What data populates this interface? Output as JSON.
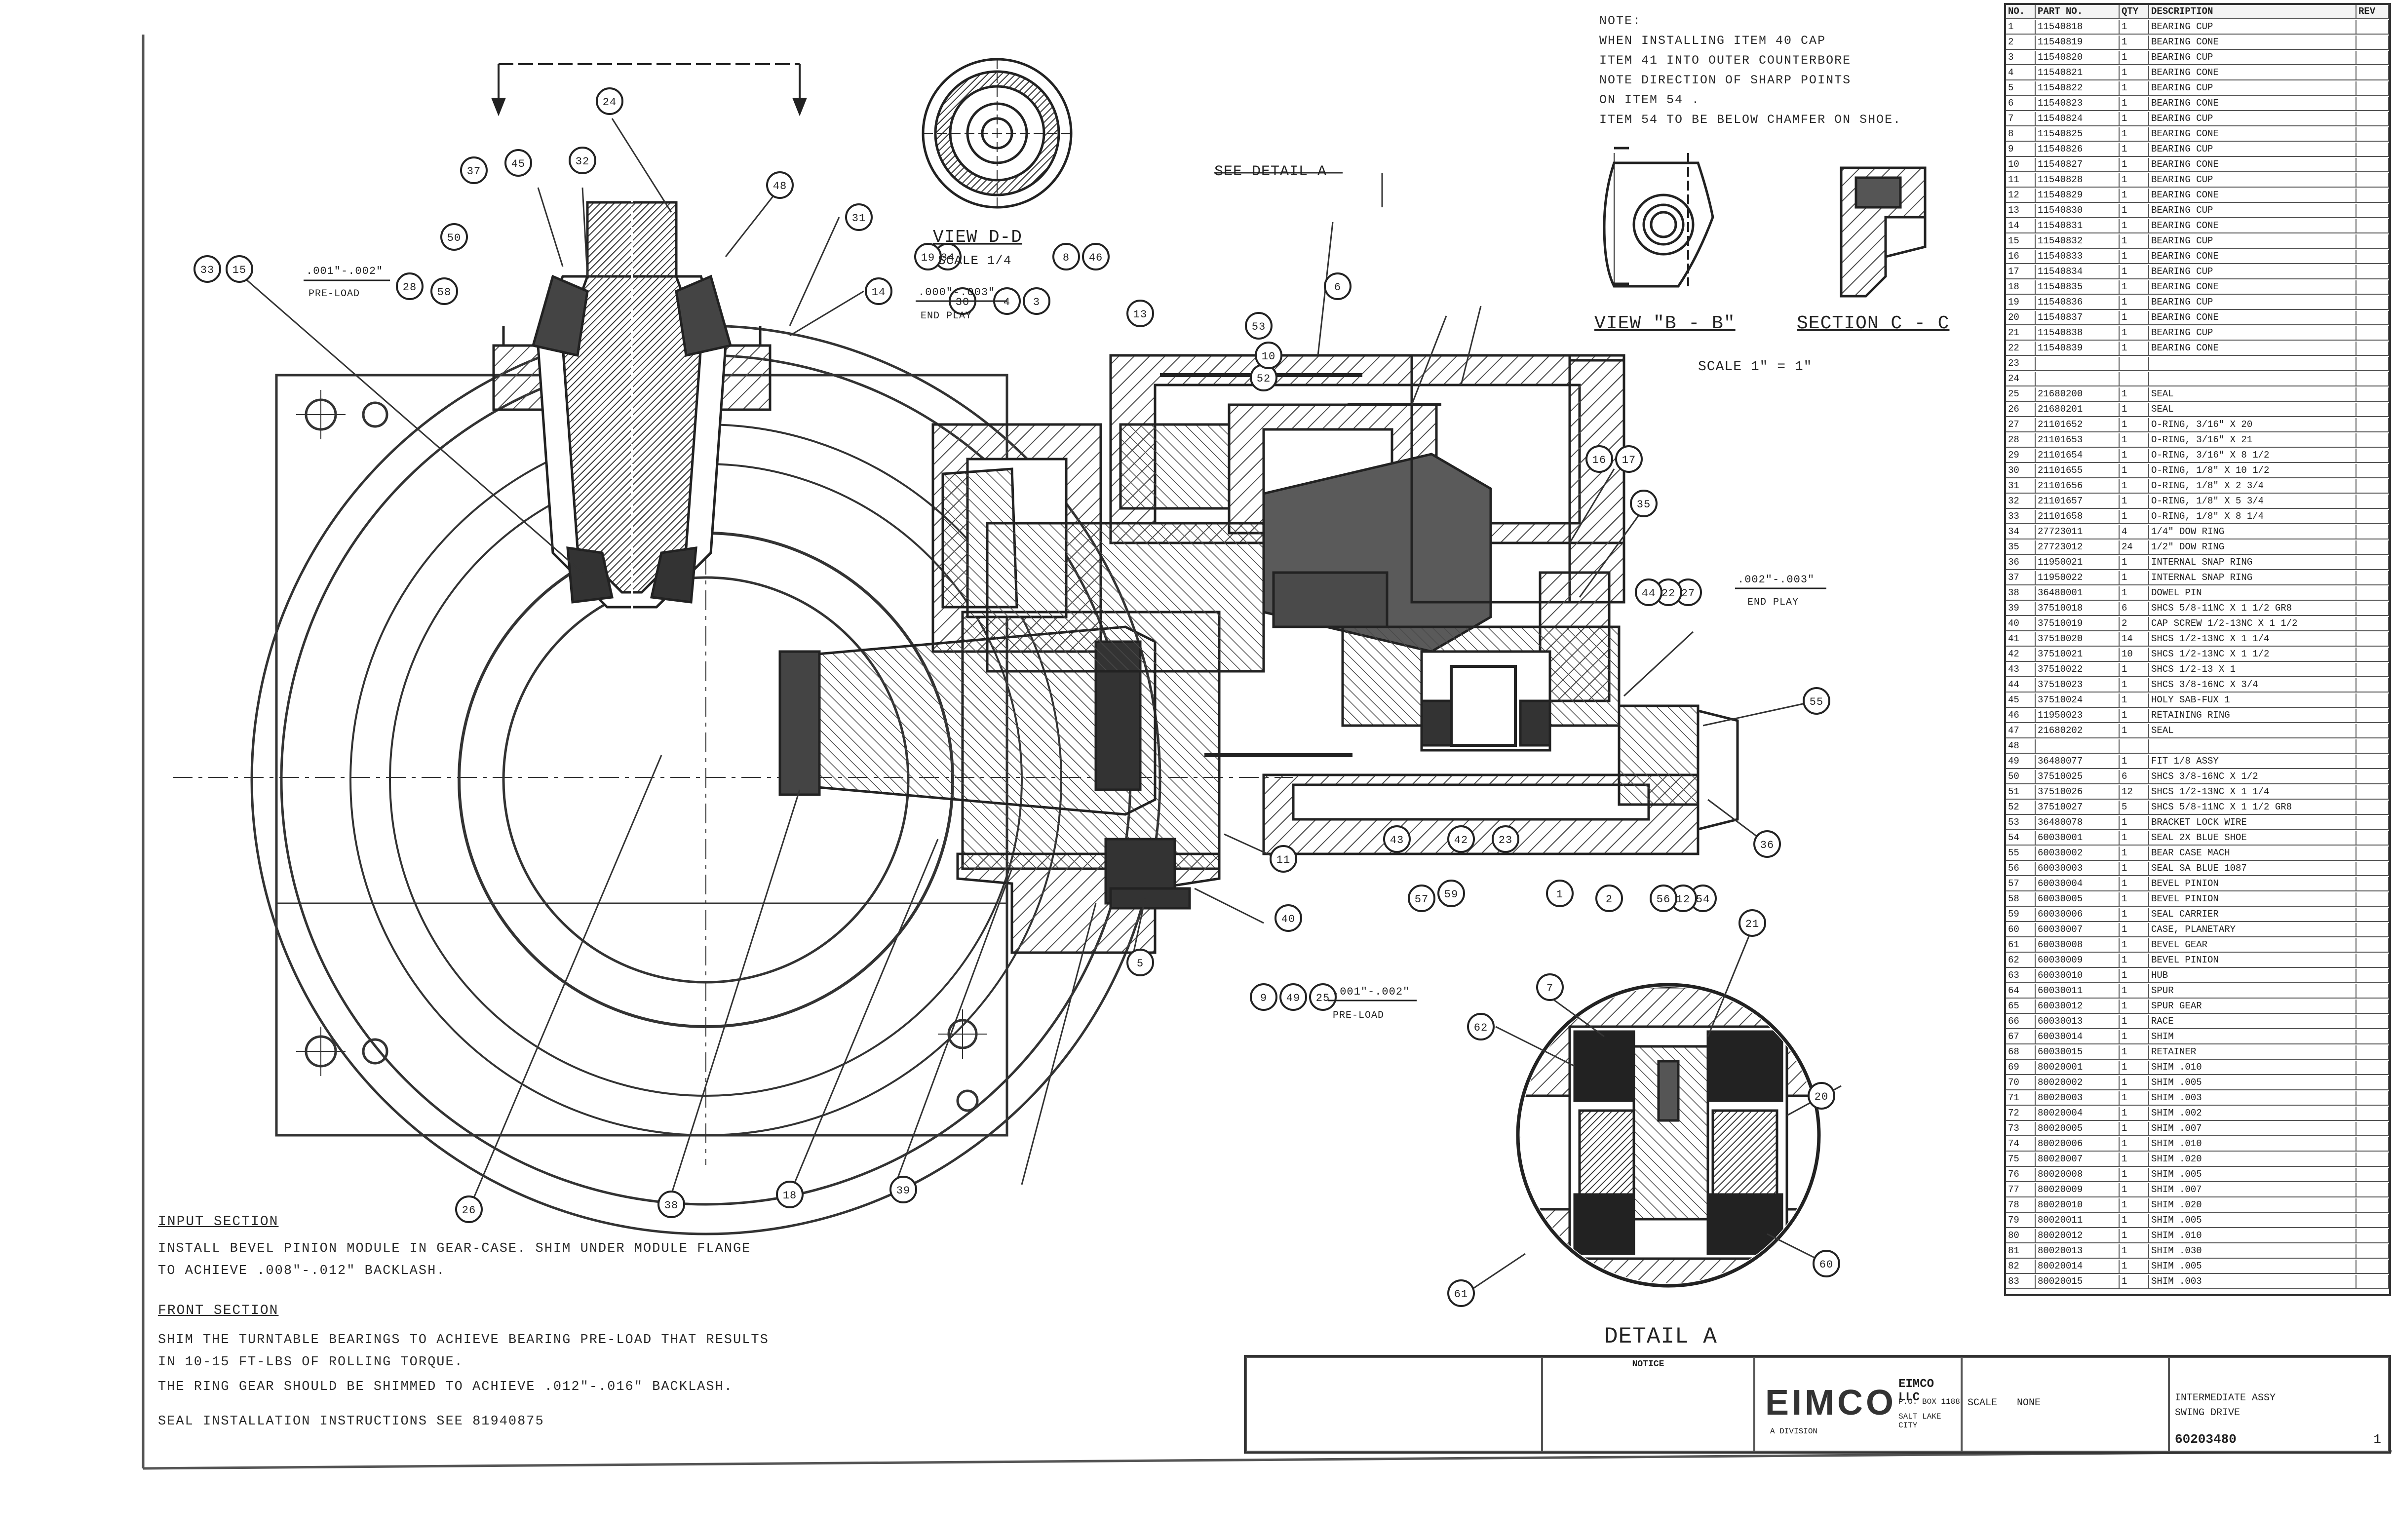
{
  "view_titles": {
    "view_d": "VIEW D-D",
    "view_d_scale": "SCALE 1/4",
    "view_b": "VIEW \"B - B\"",
    "section_c": "SECTION C - C",
    "section_scale": "SCALE 1\" = 1\"",
    "detail_a": "DETAIL A",
    "see_detail": "SEE DETAIL A"
  },
  "top_note": {
    "lines": [
      "NOTE:",
      "WHEN INSTALLING ITEM 40 CAP",
      "ITEM 41 INTO OUTER COUNTERBORE",
      "NOTE DIRECTION OF SHARP POINTS",
      "ON ITEM 54 .",
      "ITEM 54 TO BE BELOW CHAMFER ON SHOE."
    ]
  },
  "preload_labels": [
    {
      "value": ".001\"-.002\"",
      "kind": "PRE-LOAD"
    },
    {
      "value": ".000\"-.003\"",
      "kind": "END PLAY"
    },
    {
      "value": ".002\"-.003\"",
      "kind": "END PLAY"
    },
    {
      "value": ".001\"-.002\"",
      "kind": "PRE-LOAD"
    }
  ],
  "notes": {
    "input_heading": "INPUT SECTION",
    "input_lines": [
      "INSTALL BEVEL PINION MODULE IN GEAR-CASE. SHIM UNDER MODULE FLANGE",
      "TO ACHIEVE .008\"-.012\" BACKLASH."
    ],
    "front_heading": "FRONT SECTION",
    "front_lines": [
      "SHIM THE TURNTABLE BEARINGS TO ACHIEVE BEARING PRE-LOAD THAT RESULTS",
      "IN 10-15 FT-LBS OF ROLLING TORQUE.",
      "THE RING GEAR SHOULD BE SHIMMED TO ACHIEVE .012\"-.016\" BACKLASH."
    ],
    "seal_line": "SEAL INSTALLATION INSTRUCTIONS SEE 81940875"
  },
  "balloons": {
    "main": [
      "33",
      "15",
      "37",
      "45",
      "32",
      "24",
      "48",
      "31",
      "14",
      "50",
      "28",
      "58",
      "13",
      "52",
      "53",
      "46",
      "8",
      "3",
      "4",
      "30",
      "34",
      "19",
      "16",
      "17",
      "35",
      "27",
      "22",
      "44",
      "55",
      "36",
      "54",
      "12",
      "56",
      "57",
      "59",
      "1",
      "2",
      "6",
      "10",
      "11",
      "40",
      "5",
      "9",
      "49",
      "25",
      "42",
      "43",
      "23",
      "21",
      "20",
      "60",
      "61",
      "62",
      "7",
      "38",
      "18",
      "26",
      "39"
    ]
  },
  "bom": {
    "headers": [
      "NO.",
      "PART NO.",
      "QTY",
      "DESCRIPTION",
      "REV"
    ],
    "rows": [
      [
        "1",
        "11540818",
        "1",
        "BEARING CUP",
        ""
      ],
      [
        "2",
        "11540819",
        "1",
        "BEARING CONE",
        ""
      ],
      [
        "3",
        "11540820",
        "1",
        "BEARING CUP",
        ""
      ],
      [
        "4",
        "11540821",
        "1",
        "BEARING CONE",
        ""
      ],
      [
        "5",
        "11540822",
        "1",
        "BEARING CUP",
        ""
      ],
      [
        "6",
        "11540823",
        "1",
        "BEARING CONE",
        ""
      ],
      [
        "7",
        "11540824",
        "1",
        "BEARING CUP",
        ""
      ],
      [
        "8",
        "11540825",
        "1",
        "BEARING CONE",
        ""
      ],
      [
        "9",
        "11540826",
        "1",
        "BEARING CUP",
        ""
      ],
      [
        "10",
        "11540827",
        "1",
        "BEARING CONE",
        ""
      ],
      [
        "11",
        "11540828",
        "1",
        "BEARING CUP",
        ""
      ],
      [
        "12",
        "11540829",
        "1",
        "BEARING CONE",
        ""
      ],
      [
        "13",
        "11540830",
        "1",
        "BEARING CUP",
        ""
      ],
      [
        "14",
        "11540831",
        "1",
        "BEARING CONE",
        ""
      ],
      [
        "15",
        "11540832",
        "1",
        "BEARING CUP",
        ""
      ],
      [
        "16",
        "11540833",
        "1",
        "BEARING CONE",
        ""
      ],
      [
        "17",
        "11540834",
        "1",
        "BEARING CUP",
        ""
      ],
      [
        "18",
        "11540835",
        "1",
        "BEARING CONE",
        ""
      ],
      [
        "19",
        "11540836",
        "1",
        "BEARING CUP",
        ""
      ],
      [
        "20",
        "11540837",
        "1",
        "BEARING CONE",
        ""
      ],
      [
        "21",
        "11540838",
        "1",
        "BEARING CUP",
        ""
      ],
      [
        "22",
        "11540839",
        "1",
        "BEARING CONE",
        ""
      ],
      [
        "23",
        "",
        "",
        "",
        ""
      ],
      [
        "24",
        "",
        "",
        "",
        ""
      ],
      [
        "25",
        "21680200",
        "1",
        "SEAL",
        ""
      ],
      [
        "26",
        "21680201",
        "1",
        "SEAL",
        ""
      ],
      [
        "27",
        "21101652",
        "1",
        "O-RING, 3/16\" X 20",
        ""
      ],
      [
        "28",
        "21101653",
        "1",
        "O-RING, 3/16\" X 21",
        ""
      ],
      [
        "29",
        "21101654",
        "1",
        "O-RING, 3/16\" X 8 1/2",
        ""
      ],
      [
        "30",
        "21101655",
        "1",
        "O-RING, 1/8\" X 10 1/2",
        ""
      ],
      [
        "31",
        "21101656",
        "1",
        "O-RING, 1/8\" X 2 3/4",
        ""
      ],
      [
        "32",
        "21101657",
        "1",
        "O-RING, 1/8\" X 5 3/4",
        ""
      ],
      [
        "33",
        "21101658",
        "1",
        "O-RING, 1/8\" X 8 1/4",
        ""
      ],
      [
        "34",
        "27723011",
        "4",
        "1/4\" DOW RING",
        ""
      ],
      [
        "35",
        "27723012",
        "24",
        "1/2\" DOW RING",
        ""
      ],
      [
        "36",
        "11950021",
        "1",
        "INTERNAL SNAP RING",
        ""
      ],
      [
        "37",
        "11950022",
        "1",
        "INTERNAL SNAP RING",
        ""
      ],
      [
        "38",
        "36480001",
        "1",
        "DOWEL PIN",
        ""
      ],
      [
        "39",
        "37510018",
        "6",
        "SHCS 5/8-11NC X 1 1/2 GR8",
        ""
      ],
      [
        "40",
        "37510019",
        "2",
        "CAP SCREW 1/2-13NC X 1 1/2",
        ""
      ],
      [
        "41",
        "37510020",
        "14",
        "SHCS 1/2-13NC X 1 1/4",
        ""
      ],
      [
        "42",
        "37510021",
        "10",
        "SHCS 1/2-13NC X 1 1/2",
        ""
      ],
      [
        "43",
        "37510022",
        "1",
        "SHCS 1/2-13 X 1",
        ""
      ],
      [
        "44",
        "37510023",
        "1",
        "SHCS 3/8-16NC X 3/4",
        ""
      ],
      [
        "45",
        "37510024",
        "1",
        "HOLY SAB-FUX 1",
        ""
      ],
      [
        "46",
        "11950023",
        "1",
        "RETAINING RING",
        ""
      ],
      [
        "47",
        "21680202",
        "1",
        "SEAL",
        ""
      ],
      [
        "48",
        "",
        "",
        "",
        ""
      ],
      [
        "49",
        "36480077",
        "1",
        "FIT 1/8 ASSY",
        ""
      ],
      [
        "50",
        "37510025",
        "6",
        "SHCS 3/8-16NC X 1/2",
        ""
      ],
      [
        "51",
        "37510026",
        "12",
        "SHCS 1/2-13NC X 1 1/4",
        ""
      ],
      [
        "52",
        "37510027",
        "5",
        "SHCS 5/8-11NC X 1 1/2 GR8",
        ""
      ],
      [
        "53",
        "36480078",
        "1",
        "BRACKET LOCK WIRE",
        ""
      ],
      [
        "54",
        "60030001",
        "1",
        "SEAL 2X BLUE SHOE",
        ""
      ],
      [
        "55",
        "60030002",
        "1",
        "BEAR CASE MACH",
        ""
      ],
      [
        "56",
        "60030003",
        "1",
        "SEAL SA BLUE 1087",
        ""
      ],
      [
        "57",
        "60030004",
        "1",
        "BEVEL PINION",
        ""
      ],
      [
        "58",
        "60030005",
        "1",
        "BEVEL PINION",
        ""
      ],
      [
        "59",
        "60030006",
        "1",
        "SEAL CARRIER",
        ""
      ],
      [
        "60",
        "60030007",
        "1",
        "CASE, PLANETARY",
        ""
      ],
      [
        "61",
        "60030008",
        "1",
        "BEVEL GEAR",
        ""
      ],
      [
        "62",
        "60030009",
        "1",
        "BEVEL PINION",
        ""
      ],
      [
        "63",
        "60030010",
        "1",
        "HUB",
        ""
      ],
      [
        "64",
        "60030011",
        "1",
        "SPUR",
        ""
      ],
      [
        "65",
        "60030012",
        "1",
        "SPUR GEAR",
        ""
      ],
      [
        "66",
        "60030013",
        "1",
        "RACE",
        ""
      ],
      [
        "67",
        "60030014",
        "1",
        "SHIM",
        ""
      ],
      [
        "68",
        "60030015",
        "1",
        "RETAINER",
        ""
      ],
      [
        "69",
        "80020001",
        "1",
        "SHIM .010",
        ""
      ],
      [
        "70",
        "80020002",
        "1",
        "SHIM .005",
        ""
      ],
      [
        "71",
        "80020003",
        "1",
        "SHIM .003",
        ""
      ],
      [
        "72",
        "80020004",
        "1",
        "SHIM .002",
        ""
      ],
      [
        "73",
        "80020005",
        "1",
        "SHIM .007",
        ""
      ],
      [
        "74",
        "80020006",
        "1",
        "SHIM .010",
        ""
      ],
      [
        "75",
        "80020007",
        "1",
        "SHIM .020",
        ""
      ],
      [
        "76",
        "80020008",
        "1",
        "SHIM .005",
        ""
      ],
      [
        "77",
        "80020009",
        "1",
        "SHIM .007",
        ""
      ],
      [
        "78",
        "80020010",
        "1",
        "SHIM .020",
        ""
      ],
      [
        "79",
        "80020011",
        "1",
        "SHIM .005",
        ""
      ],
      [
        "80",
        "80020012",
        "1",
        "SHIM .010",
        ""
      ],
      [
        "81",
        "80020013",
        "1",
        "SHIM .030",
        ""
      ],
      [
        "82",
        "80020014",
        "1",
        "SHIM .005",
        ""
      ],
      [
        "83",
        "80020015",
        "1",
        "SHIM .003",
        ""
      ]
    ]
  },
  "title_block": {
    "company_logo": "EIMCO",
    "company_sub": "A DIVISION",
    "company_name": "EIMCO LLC",
    "company_addr": "P.O. BOX 1188",
    "company_city": "SALT LAKE CITY",
    "notice_heading": "NOTICE",
    "drawing_no": "60203480",
    "sheet": "1",
    "scale_label": "SCALE",
    "scale_value": "NONE",
    "title_line1": "INTERMEDIATE ASSY",
    "title_line2": "SWING DRIVE"
  },
  "colors": {
    "ink": "#222222",
    "hatch": "#6a6a6a",
    "solid_fill": "#5a5a5a",
    "paper": "#ffffff"
  }
}
